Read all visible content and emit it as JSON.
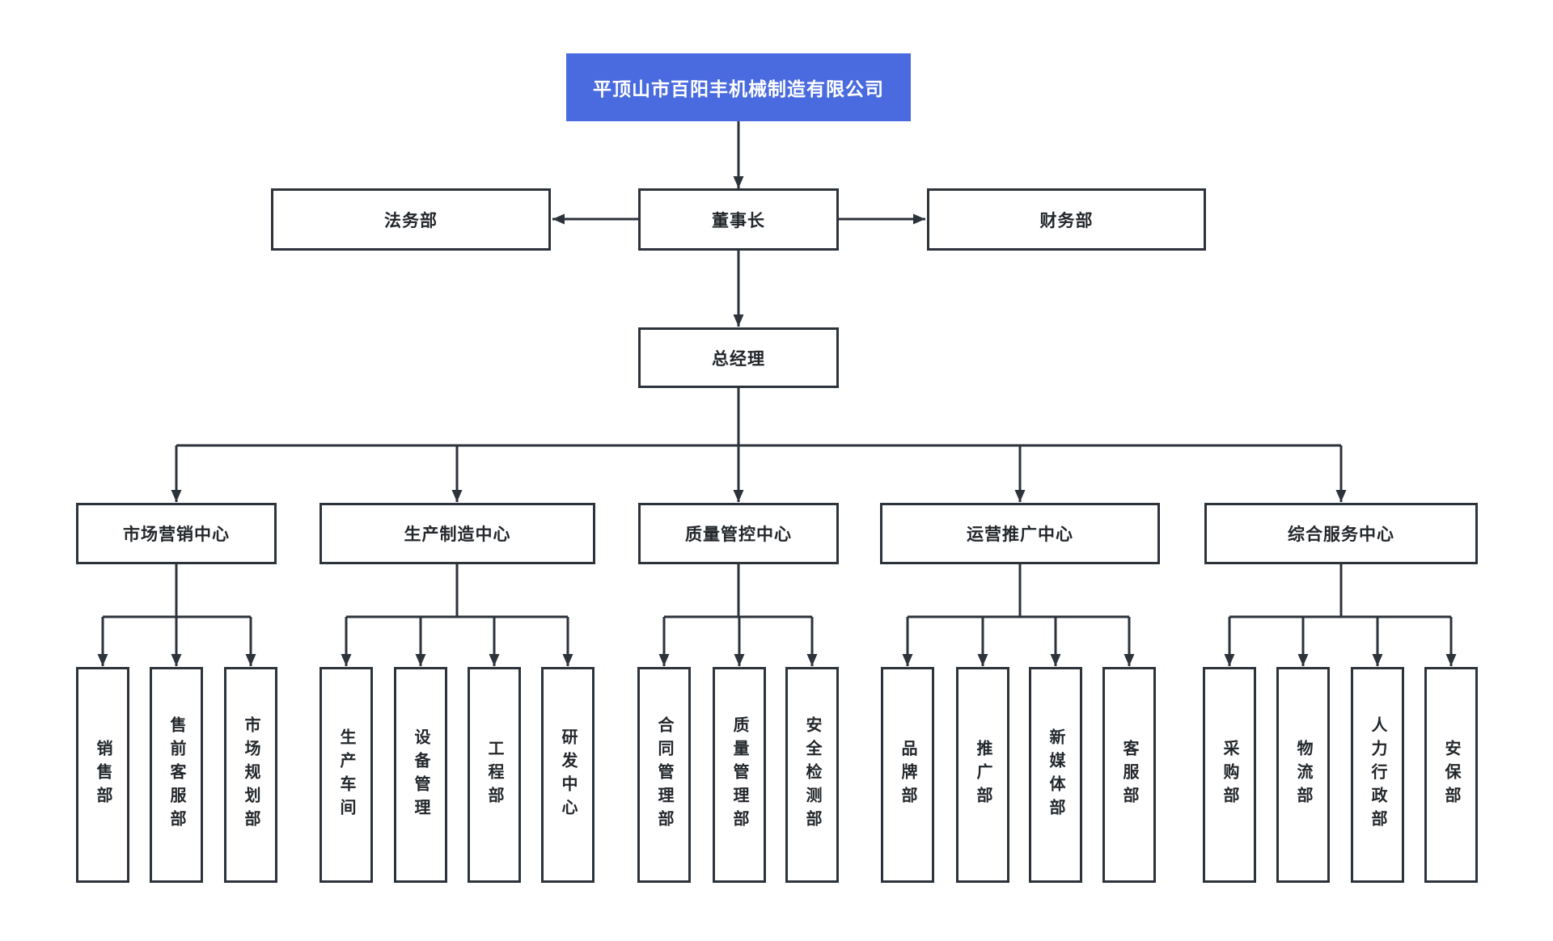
{
  "org_chart": {
    "type": "org-tree",
    "root": {
      "label": "平顶山市百阳丰机械制造有限公司"
    },
    "board_row": {
      "left": {
        "label": "法务部"
      },
      "center": {
        "label": "董事长"
      },
      "right": {
        "label": "财务部"
      }
    },
    "general_manager": {
      "label": "总经理"
    },
    "centers": [
      {
        "label": "市场营销中心",
        "departments": [
          "销售部",
          "售前客服部",
          "市场规划部"
        ]
      },
      {
        "label": "生产制造中心",
        "departments": [
          "生产车间",
          "设备管理",
          "工程部",
          "研发中心"
        ]
      },
      {
        "label": "质量管控中心",
        "departments": [
          "合同管理部",
          "质量管理部",
          "安全检测部"
        ]
      },
      {
        "label": "运营推广中心",
        "departments": [
          "品牌部",
          "推广部",
          "新媒体部",
          "客服部"
        ]
      },
      {
        "label": "综合服务中心",
        "departments": [
          "采购部",
          "物流部",
          "人力行政部",
          "安保部"
        ]
      }
    ],
    "colors": {
      "root_background": "#4a6bdf",
      "root_text": "#ffffff",
      "node_background": "#ffffff",
      "node_border": "#2d333b",
      "node_text": "#23272b",
      "connector_line": "#2d333b",
      "page_background": "#ffffff"
    }
  }
}
